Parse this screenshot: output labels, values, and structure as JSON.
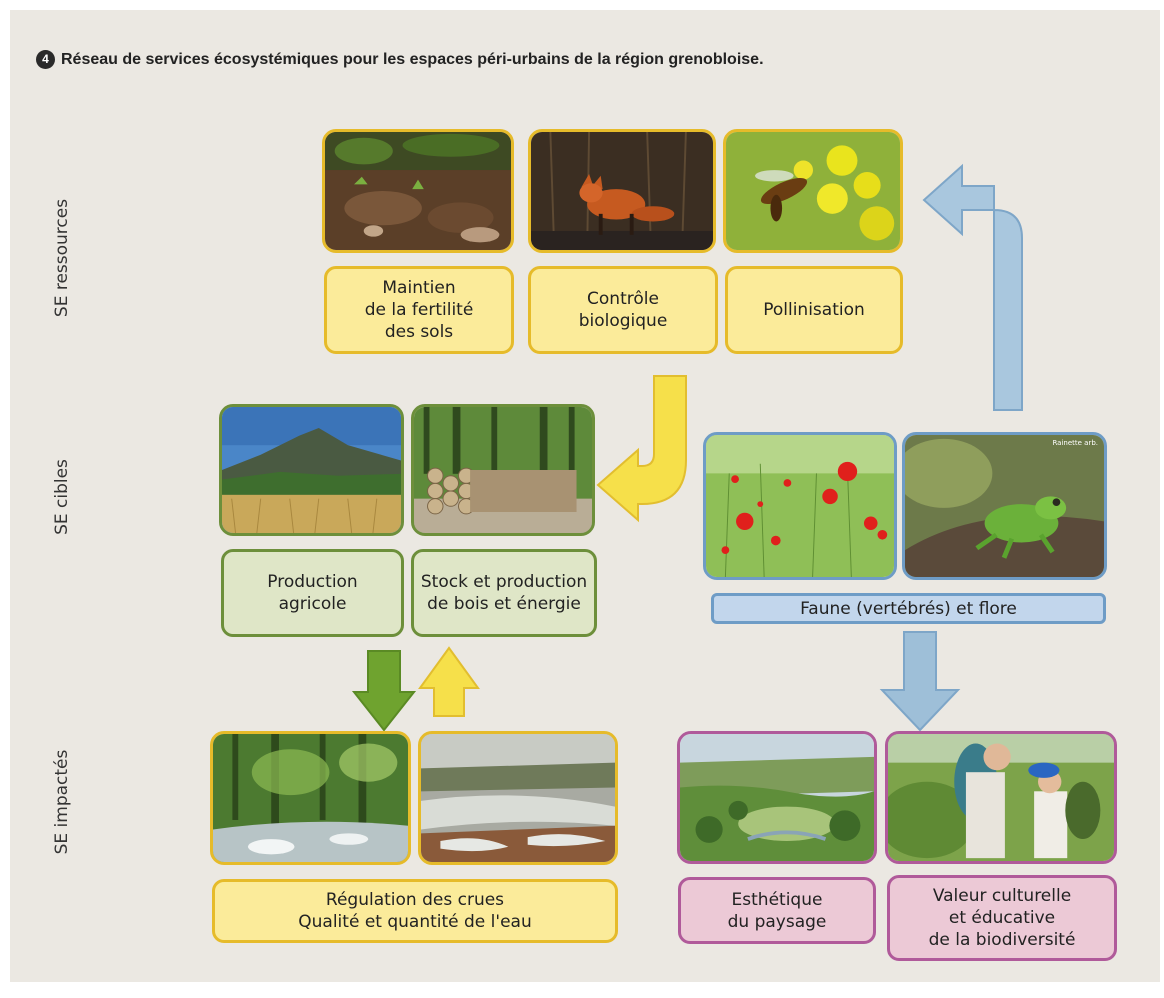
{
  "caption": {
    "number": "4",
    "text": "Réseau de services écosystémiques pour les espaces péri-urbains de la région grenobloise."
  },
  "row_labels": {
    "ressources": "SE ressources",
    "cibles": "SE cibles",
    "impactes": "SE impactés"
  },
  "colors": {
    "ressources": "#e6bb2a",
    "cibles": "#6d8f3b",
    "faune_flore": "#6e9cc6",
    "culturels": "#b05a9a",
    "arrow_yellow": "#f6e04a",
    "arrow_green": "#6fa32f",
    "arrow_blue": "#9ebfd8"
  },
  "photos": {
    "sol": "soil-photo",
    "renard": "fox-photo",
    "abeille": "bee-on-flower-photo",
    "champ": "wheat-field-mountain-photo",
    "bois": "log-pile-photo",
    "coquelicots": "poppies-photo",
    "rainette": "tree-frog-photo",
    "riviere": "forest-stream-photo",
    "crue": "flooded-river-photo",
    "paysage": "valley-landscape-photo",
    "enfants": "children-exploring-photo"
  },
  "boxes": {
    "fertilite": "Maintien\nde la fertilité\ndes sols",
    "controle": "Contrôle\nbiologique",
    "pollinisation": "Pollinisation",
    "production_agricole": "Production\nagricole",
    "stock_bois": "Stock et production\nde bois et énergie",
    "faune_flore": "Faune (vertébrés) et flore",
    "regulation": "Régulation des crues\nQualité et quantité de l'eau",
    "esthetique": "Esthétique\ndu paysage",
    "valeur_culturelle": "Valeur culturelle\net éducative\nde la biodiversité"
  },
  "photo_credit_text": "Rainette arb."
}
